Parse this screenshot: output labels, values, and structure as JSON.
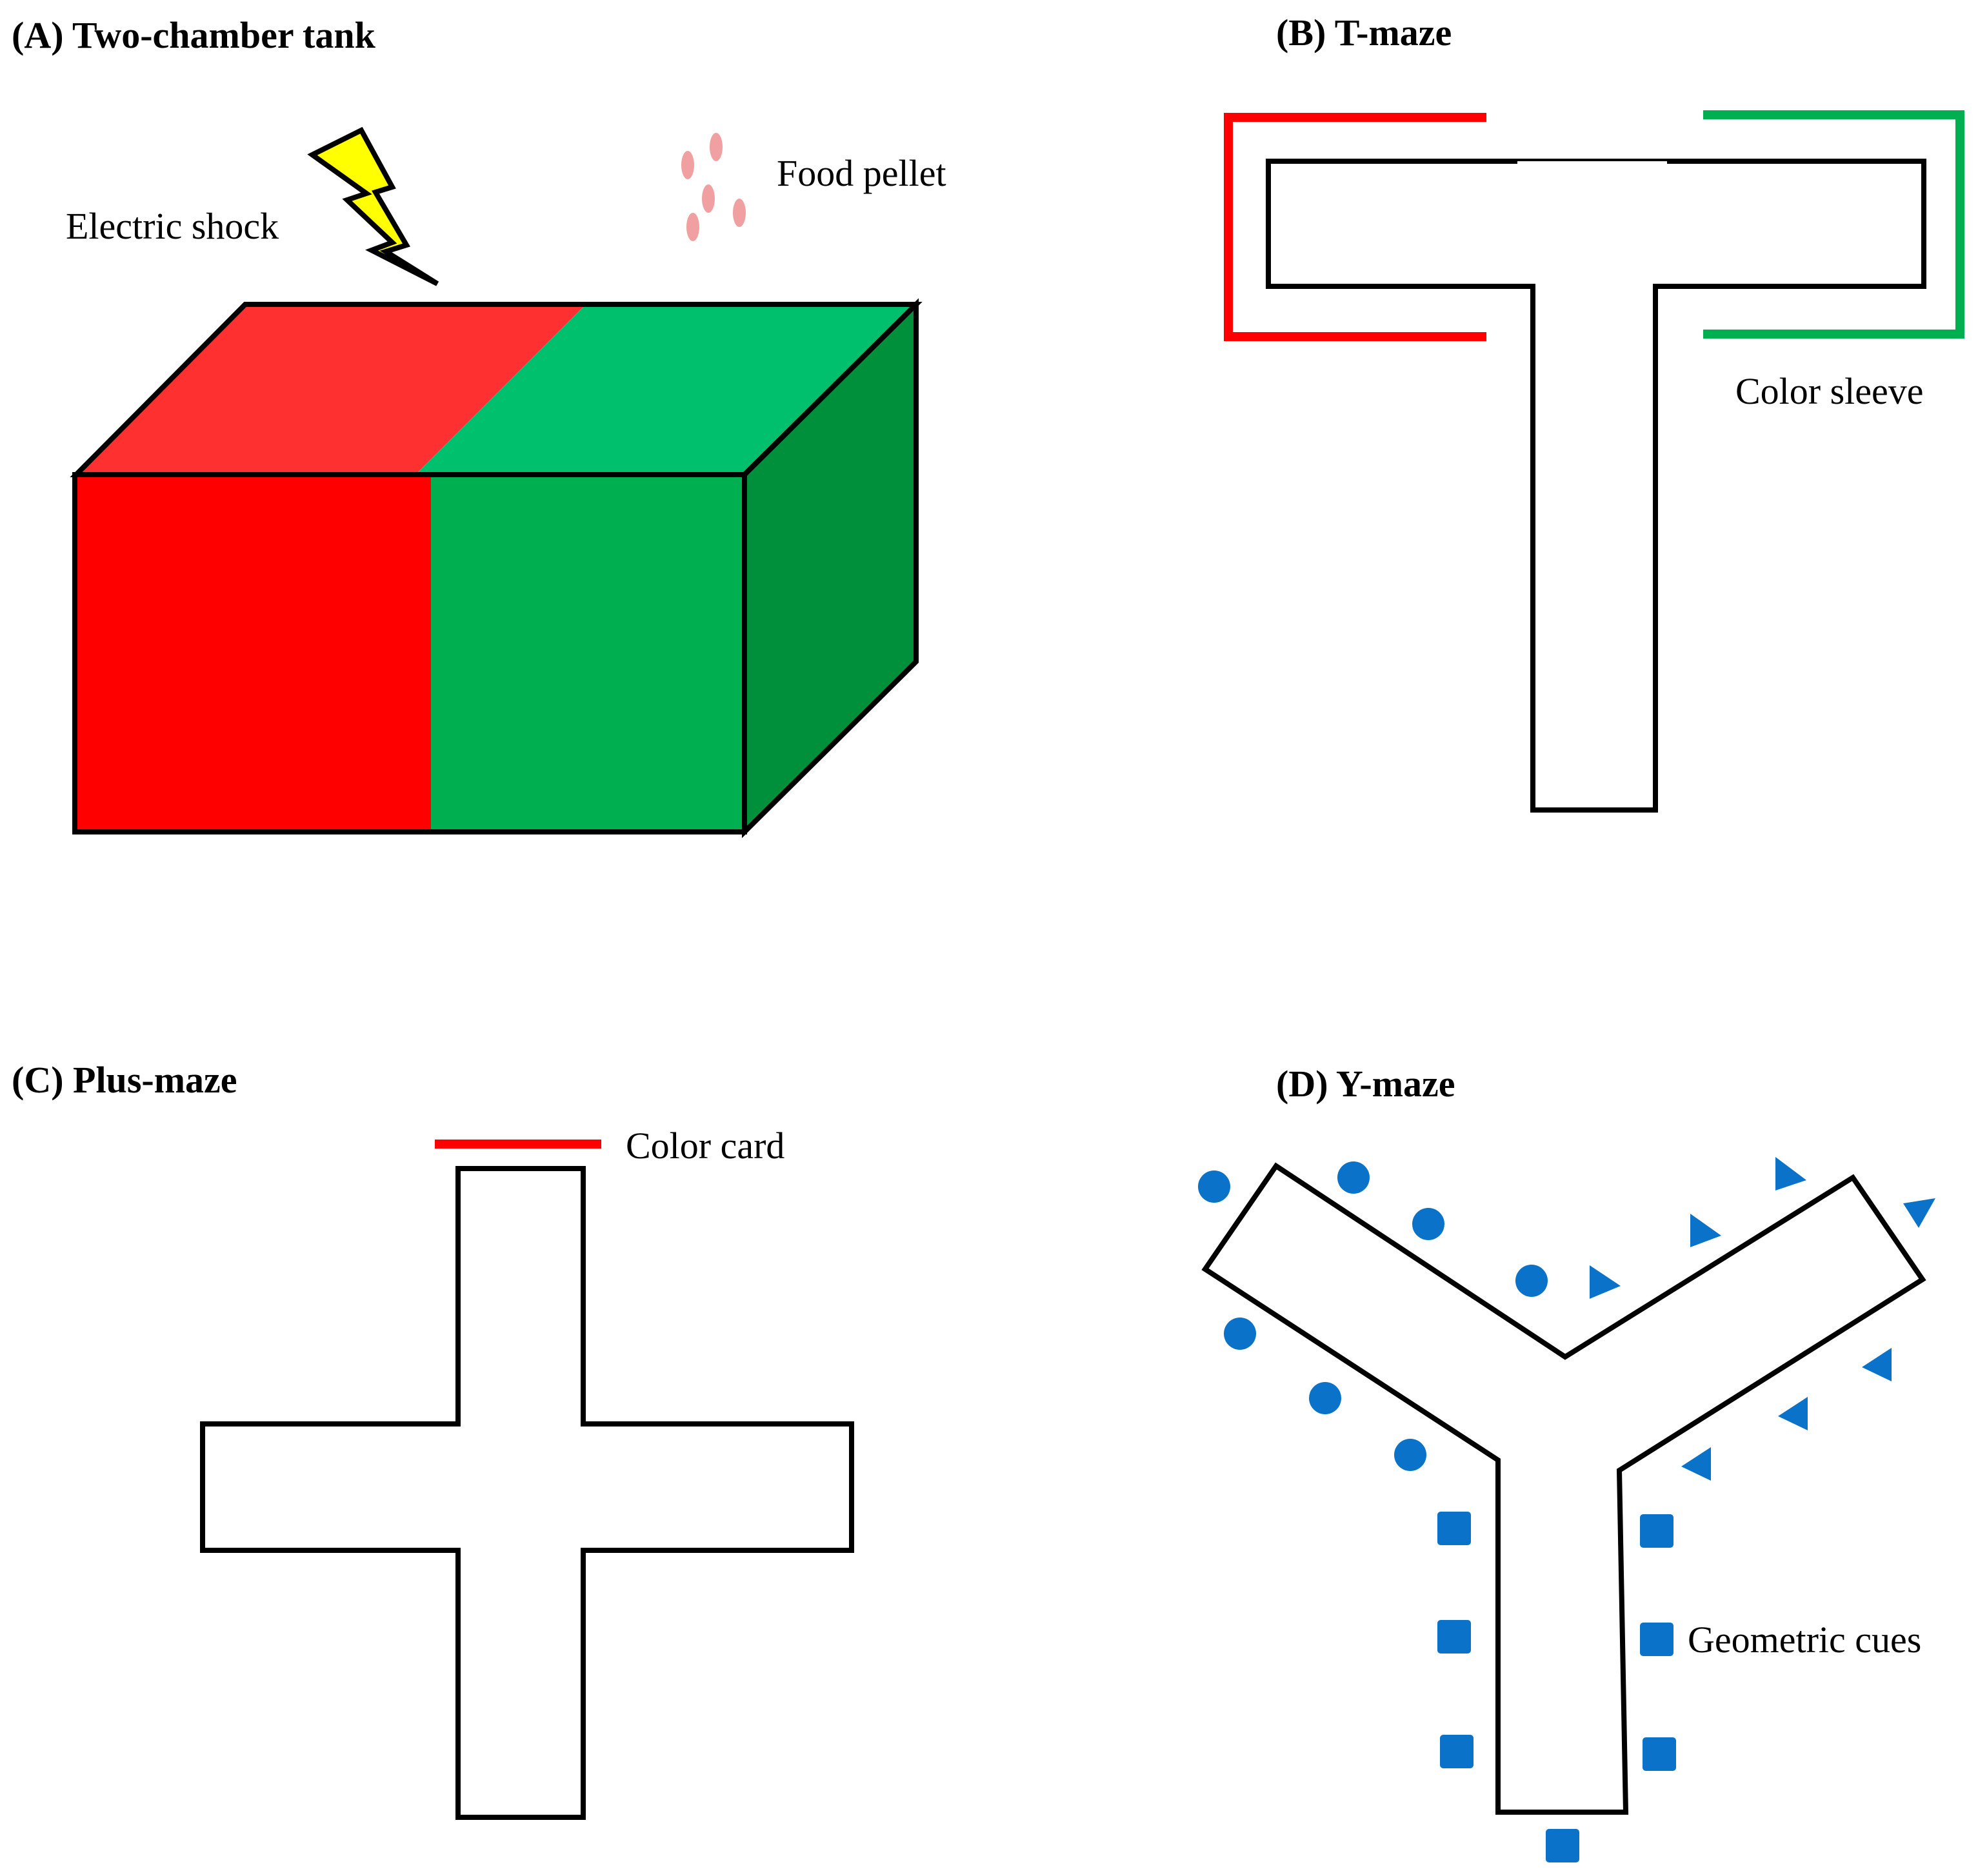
{
  "panels": {
    "a": {
      "title": "(A) Two-chamber  tank",
      "electric_shock_label": "Electric  shock",
      "food_pellet_label": "Food pellet"
    },
    "b": {
      "title": "(B) T-maze",
      "color_sleeve_label": "Color sleeve"
    },
    "c": {
      "title": "(C) Plus-maze",
      "color_card_label": "Color card"
    },
    "d": {
      "title": "(D) Y-maze",
      "geometric_cues_label": "Geometric  cues"
    }
  },
  "colors": {
    "red_front": "#ff0000",
    "red_top": "#ff3030",
    "green_front": "#00b050",
    "green_top": "#00c06e",
    "green_side": "#008f3a",
    "pellet": "#f0a0a0",
    "lightning": "#ffff00",
    "sleeve_red": "#ff0000",
    "sleeve_green": "#00b050",
    "cue_blue": "#0a72c8"
  },
  "icons": {
    "shock": "lightning-bolt-icon",
    "pellet": "food-pellet-icon",
    "cue_circle": "circle-cue-icon",
    "cue_triangle": "triangle-cue-icon",
    "cue_square": "square-cue-icon"
  }
}
